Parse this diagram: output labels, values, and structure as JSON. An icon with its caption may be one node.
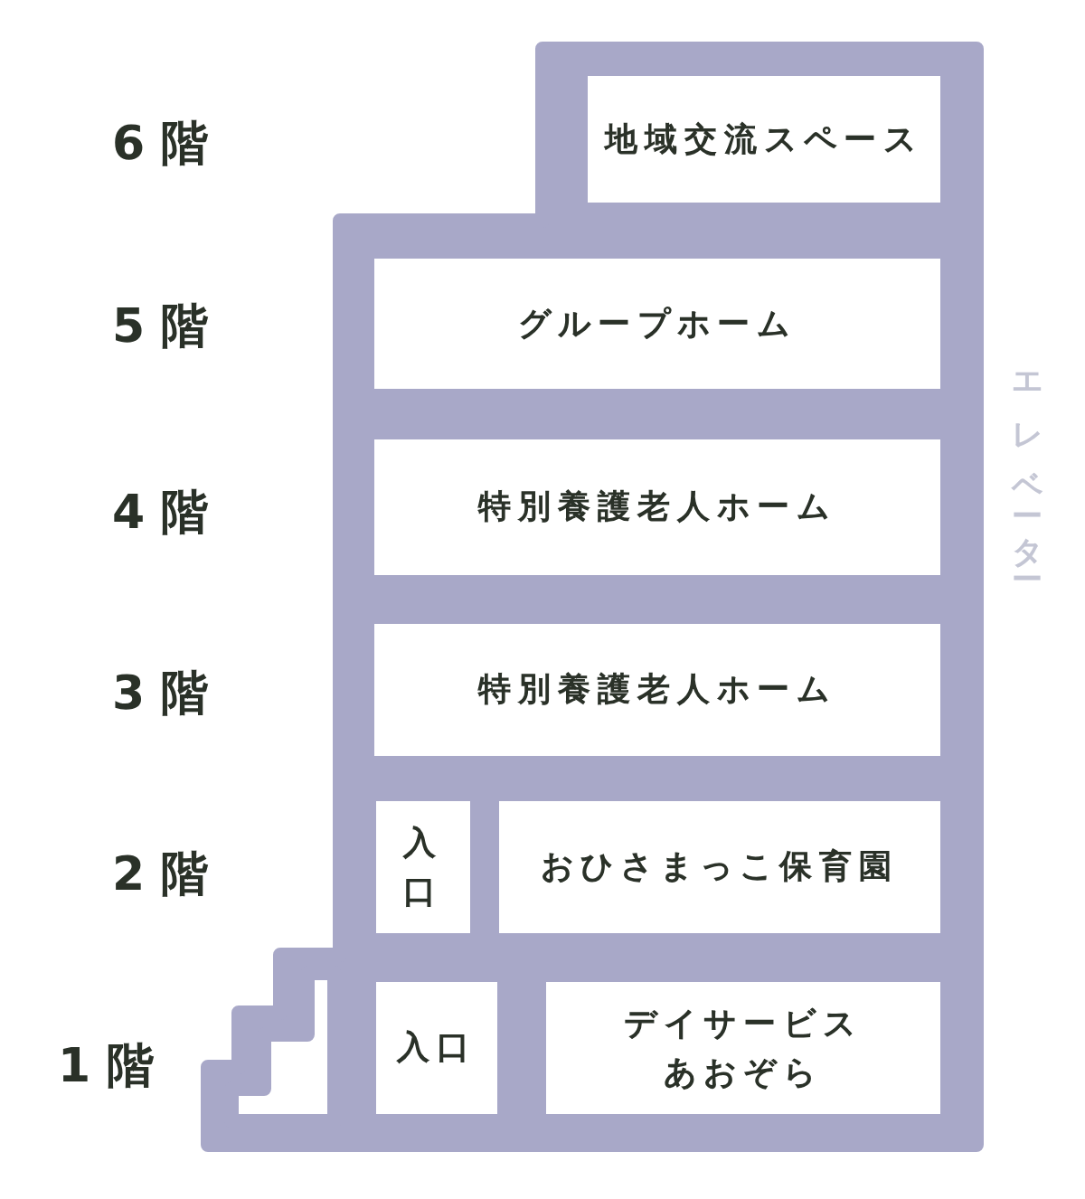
{
  "diagram": {
    "nodes": [
      {
        "text": [],
        "shape": "box"
      },
      {
        "text": [
          "地域交流スペース"
        ],
        "in": 0
      },
      {
        "text": [
          "グループホーム"
        ],
        "in": 0
      },
      {
        "text": [
          "特別養護老人ホーム"
        ],
        "in": 0
      },
      {
        "text": [
          "特別養護老人ホーム"
        ],
        "in": 0
      },
      {
        "text": [
          "入口"
        ],
        "in": 0
      },
      {
        "text": [
          "おひさまっこ保育園"
        ],
        "in": 0
      },
      {
        "text": [
          "入口"
        ],
        "in": 0
      },
      {
        "text": [
          "デイサービスあおぞら"
        ],
        "in": 0
      }
    ],
    "labels": [
      "6 階",
      "5 階",
      "4 階",
      "3 階",
      "2 階",
      "1 階",
      "エレベーター"
    ]
  }
}
